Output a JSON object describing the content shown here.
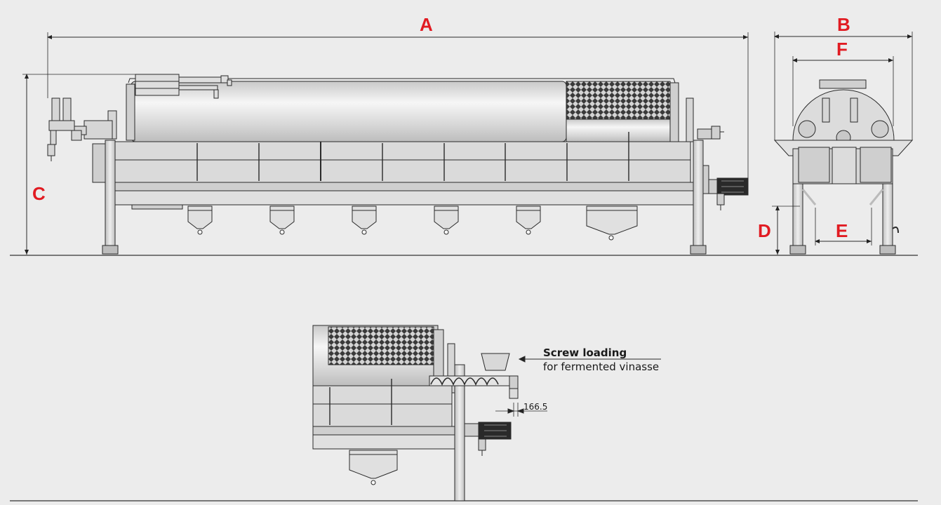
{
  "dimensions": {
    "a": "A",
    "b": "B",
    "c": "C",
    "d": "D",
    "e": "E",
    "f": "F"
  },
  "callout": {
    "title": "Screw loading",
    "subtitle": "for fermented vinasse"
  },
  "measurement": "166.5",
  "colors": {
    "background": "#ececec",
    "dimension_letters": "#e11b22",
    "line": "#2a2a2a",
    "metal_fill": "#d8d8d8",
    "mesh": "#2b2b2b"
  }
}
